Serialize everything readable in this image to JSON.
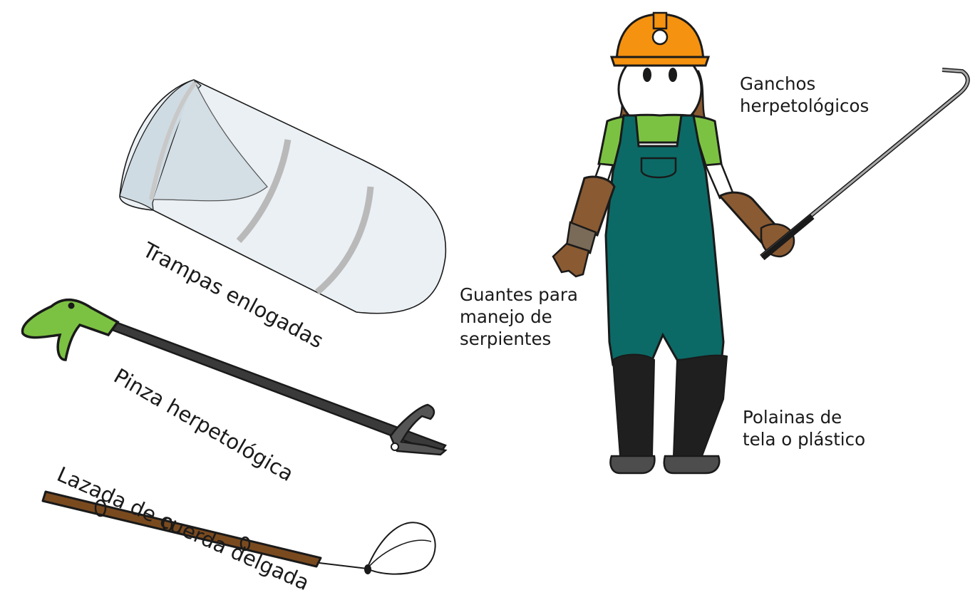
{
  "labels": {
    "trap": "Trampas enlogadas",
    "tongs": "Pinza herpetológica",
    "noose": "Lazada de cuerda delgada",
    "gloves": [
      "Guantes para",
      "manejo de",
      "serpientes"
    ],
    "hooks": [
      "Ganchos",
      "herpetológicos"
    ],
    "gaiters": [
      "Polainas de",
      "tela o plástico"
    ]
  },
  "icons": [
    "funnel-trap-icon",
    "tongs-icon",
    "noose-stick-icon",
    "researcher-figure-icon",
    "snake-hook-icon",
    "glove-icon",
    "hard-hat-icon",
    "gaiters-icon"
  ],
  "colors": {
    "outline": "#1a1a1a",
    "helmet": "#f5920f",
    "shirt": "#7cc242",
    "overalls": "#0b6a66",
    "gloves": "#8a5a32",
    "glove_cuff": "#7a6a58",
    "boots": "#1f1f1f",
    "hair": "#8a5a32",
    "tongs_green": "#7cc242",
    "stick_brown": "#7a4a1f"
  }
}
